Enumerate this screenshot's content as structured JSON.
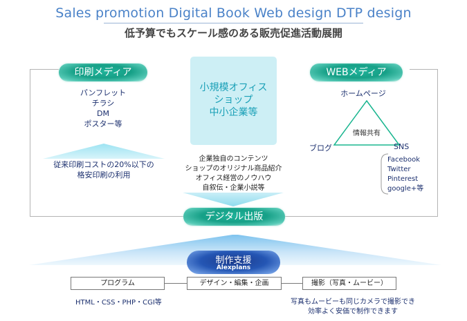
{
  "header": {
    "title": "Sales promotion  Digital Book  Web design  DTP design",
    "subtitle": "低予算でもスケール感のある販売促進活動展開"
  },
  "print_media": {
    "label": "印刷メディア",
    "items": [
      "パンフレット",
      "チラシ",
      "DM",
      "ポスター等"
    ],
    "benefit_line1": "従来印刷コストの20%以下の",
    "benefit_line2": "格安印刷の利用"
  },
  "center": {
    "line1": "小規模オフィス",
    "line2": "ショップ",
    "line3": "中小企業等",
    "contents": [
      "企業独自のコンテンツ",
      "ショップのオリジナル商品紹介",
      "オフィス経営のノウハウ",
      "自叙伝・企業小説等"
    ]
  },
  "web_media": {
    "label": "WEBメディア",
    "top": "ホームページ",
    "center": "情報共有",
    "left": "ブログ",
    "right": "SNS",
    "sns_list": [
      "Facebook",
      "Twitter",
      "Pinterest",
      "google+等"
    ]
  },
  "digital": {
    "label": "デジタル出版"
  },
  "production": {
    "title": "制作支援",
    "subtitle": "Alexplans",
    "boxes": [
      "プログラム",
      "デザイン・編集・企画",
      "撮影（写真・ムービー）"
    ],
    "tech": "HTML・CSS・PHP・CGI等",
    "photo_line1": "写真もムービーも同じカメラで撮影でき",
    "photo_line2": "効率よく安価で制作できます"
  },
  "colors": {
    "title_blue": "#4a82c8",
    "teal": "#16a087",
    "navy": "#1b2f6e",
    "center_box": "#cdeff5"
  }
}
